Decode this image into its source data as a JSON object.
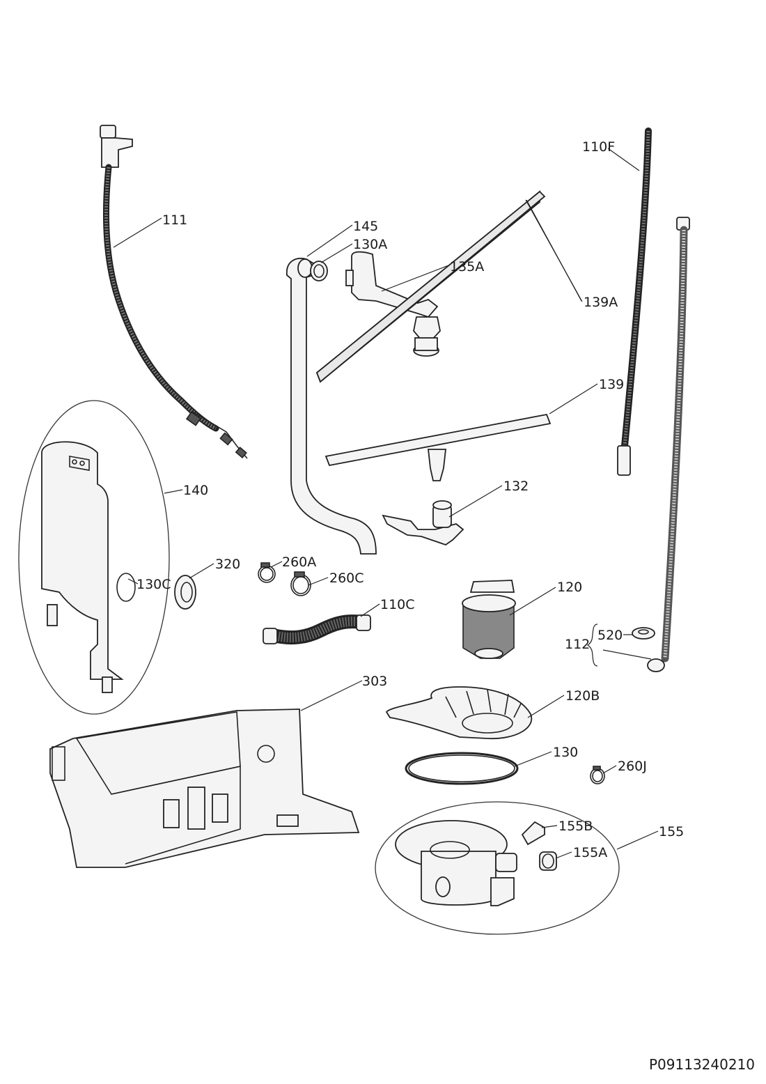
{
  "labels": {
    "p111": "111",
    "p145": "145",
    "p130A": "130A",
    "p135A": "135A",
    "p139A": "139A",
    "p139": "139",
    "p110F": "110F",
    "p140": "140",
    "p130C": "130C",
    "p320": "320",
    "p260A": "260A",
    "p260C": "260C",
    "p132": "132",
    "p120": "120",
    "p110C": "110C",
    "p520": "520",
    "p112": "112",
    "p303": "303",
    "p120B": "120B",
    "p130": "130",
    "p260J": "260J",
    "p155B": "155B",
    "p155": "155",
    "p155A": "155A"
  },
  "drawing_code": "P09113240210"
}
